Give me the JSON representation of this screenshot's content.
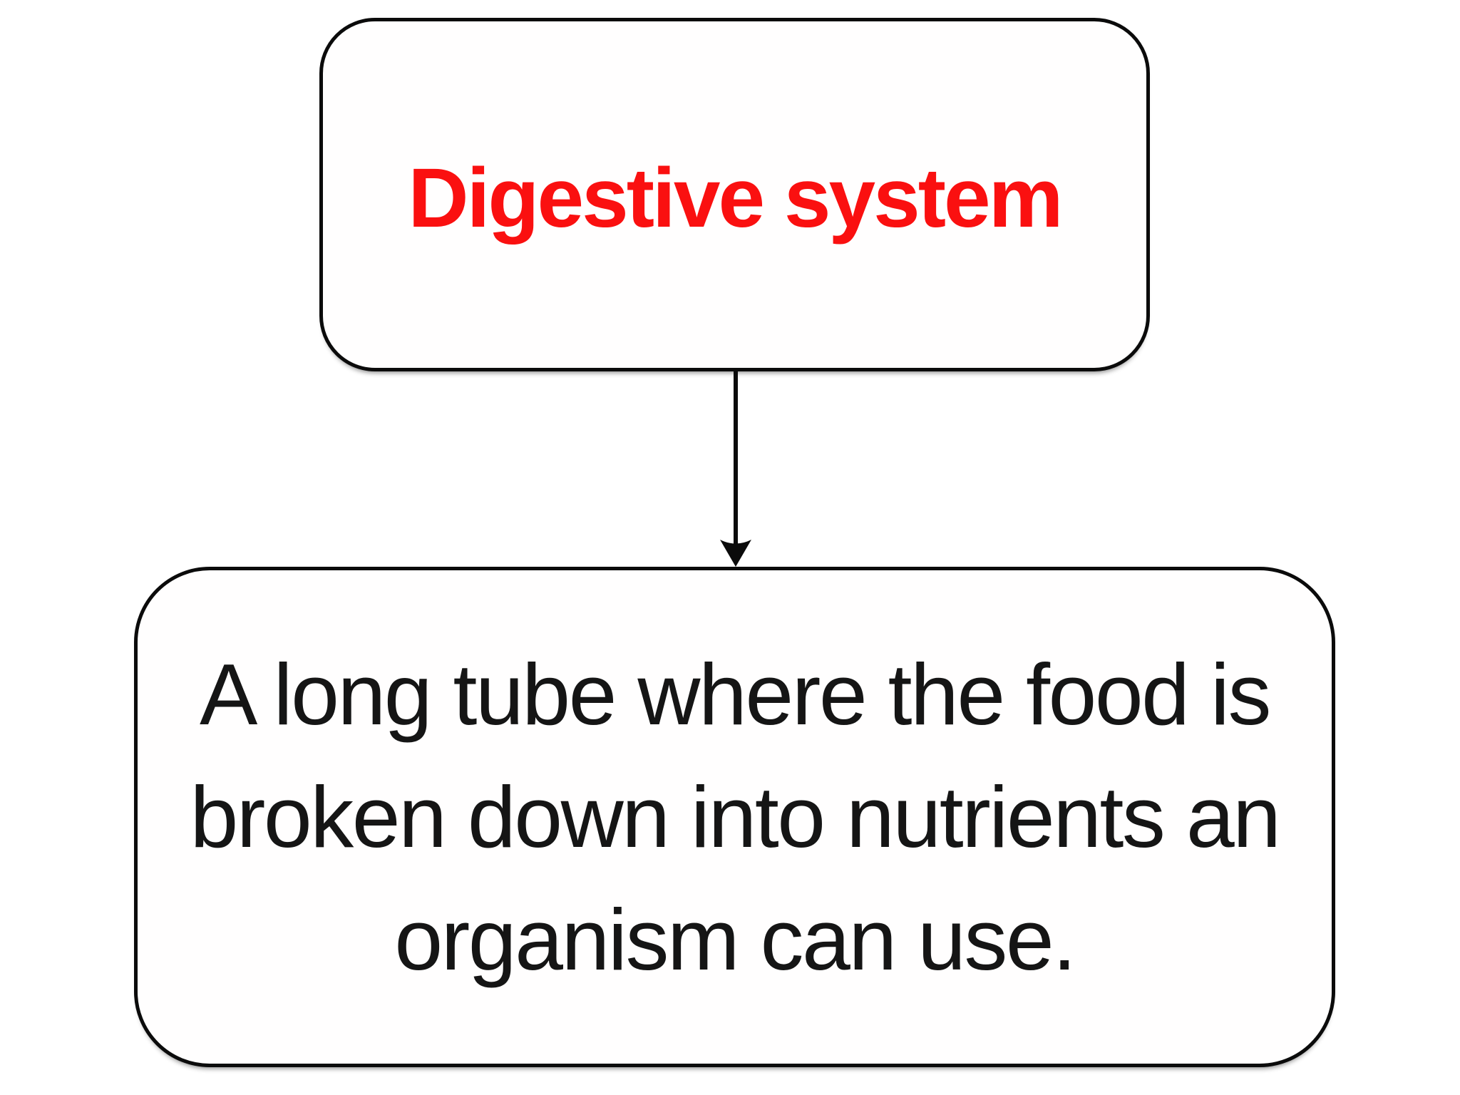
{
  "colors": {
    "background": "#ffffff",
    "title_red": "#fa1010",
    "text_black": "#151515",
    "border_black": "#0b0b0b"
  },
  "title_box": {
    "label": "Digestive system"
  },
  "connector": {
    "type": "arrow-down"
  },
  "definition_box": {
    "lines": [
      "A long tube where the food is",
      "broken down into nutrients an",
      "organism can use."
    ],
    "full_text": "A long tube where the food is broken down into nutrients an organism can use."
  }
}
